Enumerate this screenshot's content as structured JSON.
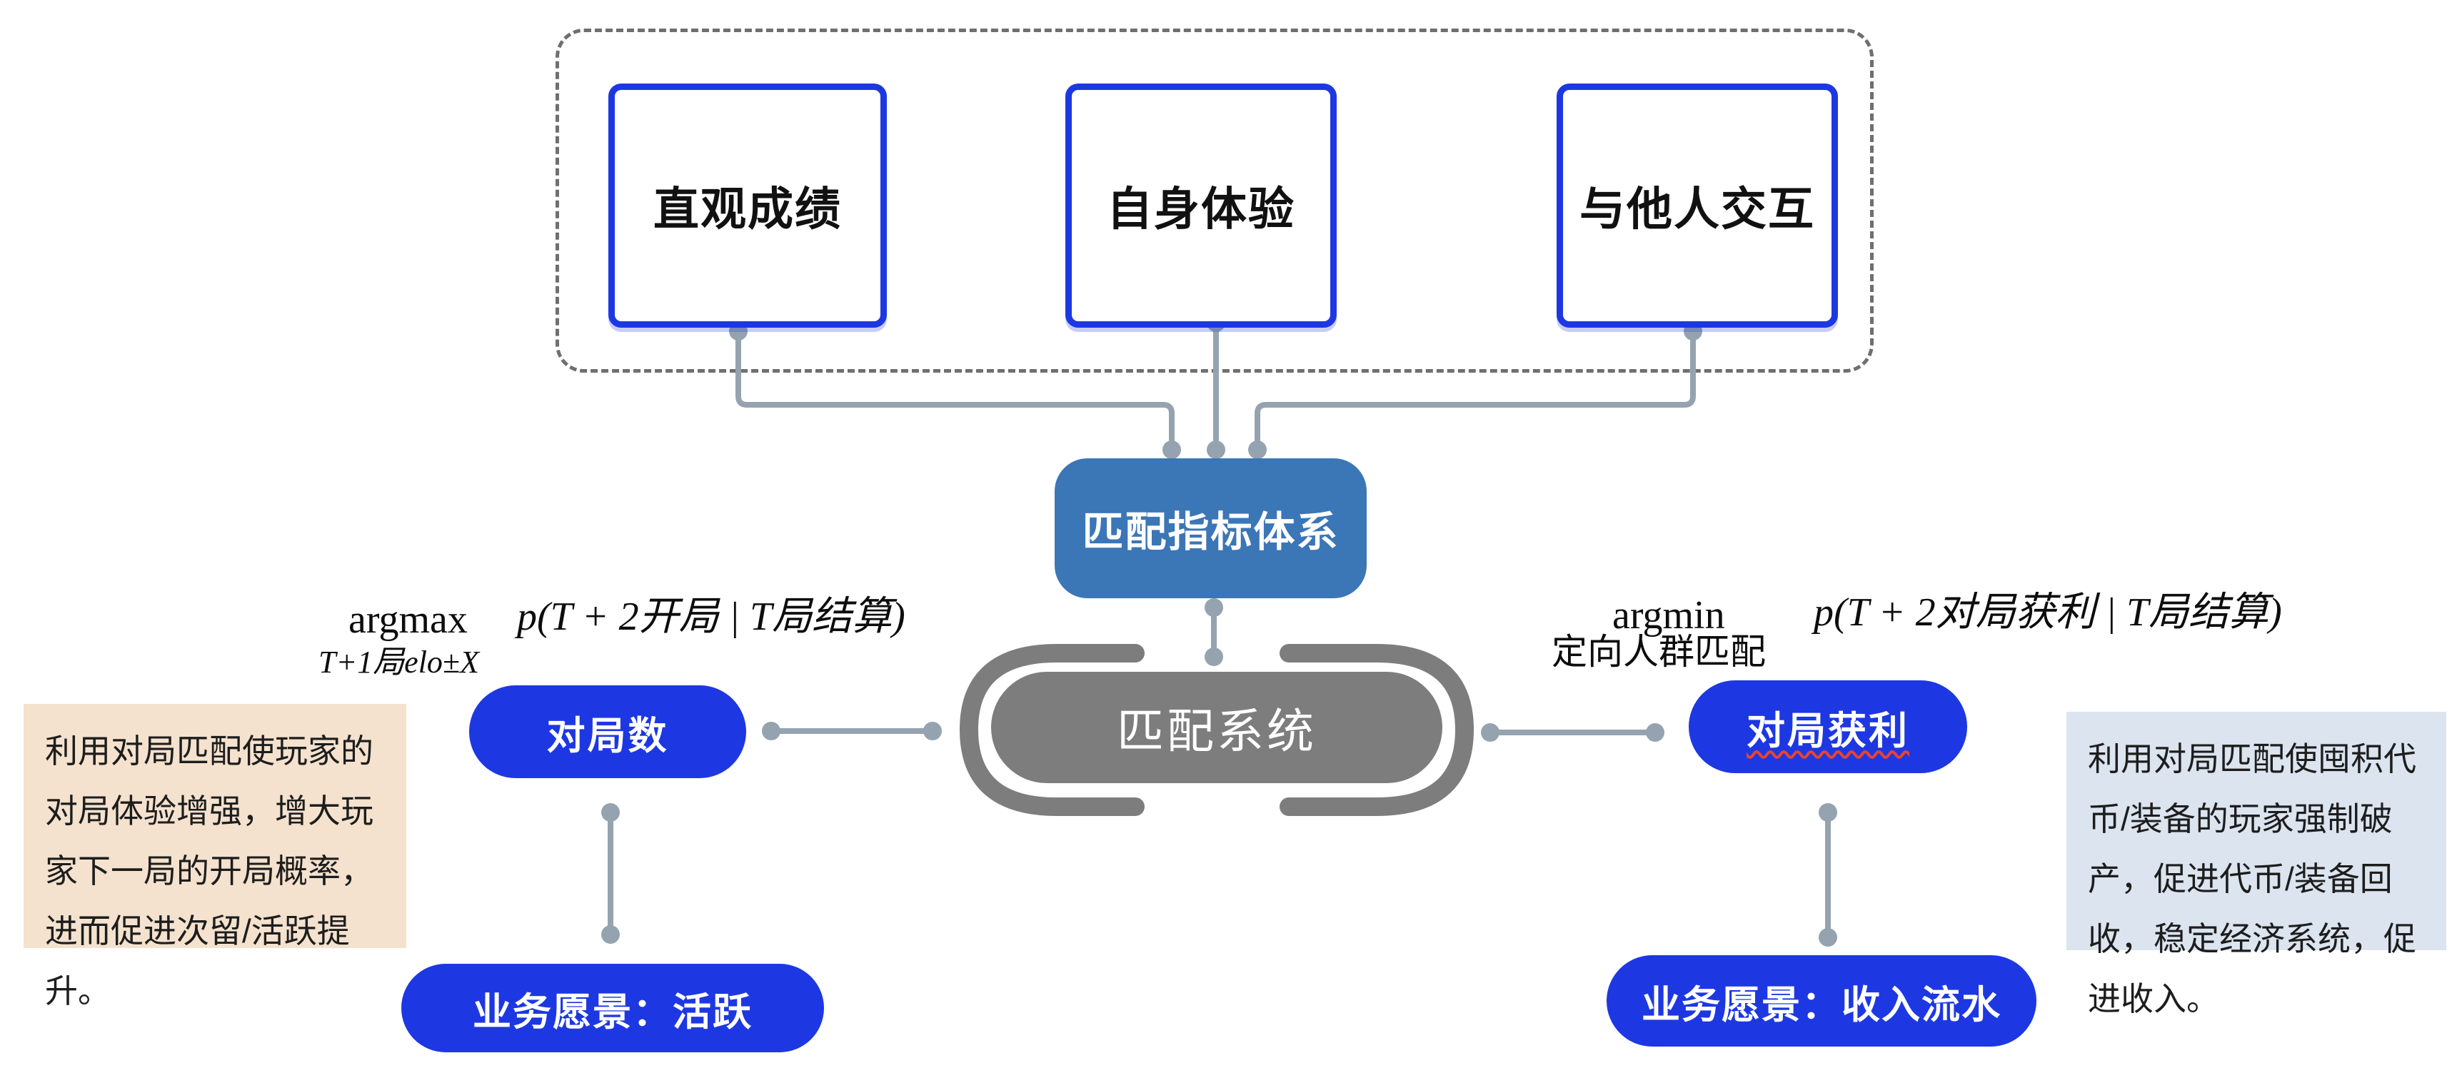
{
  "palette": {
    "accent-blue": "#1d38e2",
    "steel-blue": "#3b76b7",
    "system-gray": "#7d7d7d",
    "connector-gray": "#95a3b0",
    "dashed-gray": "#6f6f6f",
    "note-beige": "#f4e2ce",
    "note-lightblue": "#dbe4ef",
    "squiggle-red": "#e8442f",
    "text-black": "#111111"
  },
  "top_group": {
    "boxes": [
      {
        "label": "直观成绩"
      },
      {
        "label": "自身体验"
      },
      {
        "label": "与他人交互"
      }
    ]
  },
  "metric_node": {
    "label": "匹配指标体系"
  },
  "system_node": {
    "label": "匹配系统"
  },
  "left_branch": {
    "formula": {
      "op": "argmax",
      "sub": "T+1局elo±X",
      "expr": "p(T + 2开局 | T局结算)"
    },
    "node": "对局数",
    "note": "利用对局匹配使玩家的对局体验增强，增大玩家下一局的开局概率，进而促进次留/活跃提升。",
    "vision": "业务愿景：活跃"
  },
  "right_branch": {
    "formula": {
      "op": "argmin",
      "sub": "定向人群匹配",
      "expr": "p(T + 2对局获利 | T局结算)"
    },
    "node": "对局获利",
    "note": "利用对局匹配使囤积代币/装备的玩家强制破产，促进代币/装备回收，稳定经济系统，促进收入。",
    "vision": "业务愿景：收入流水"
  }
}
